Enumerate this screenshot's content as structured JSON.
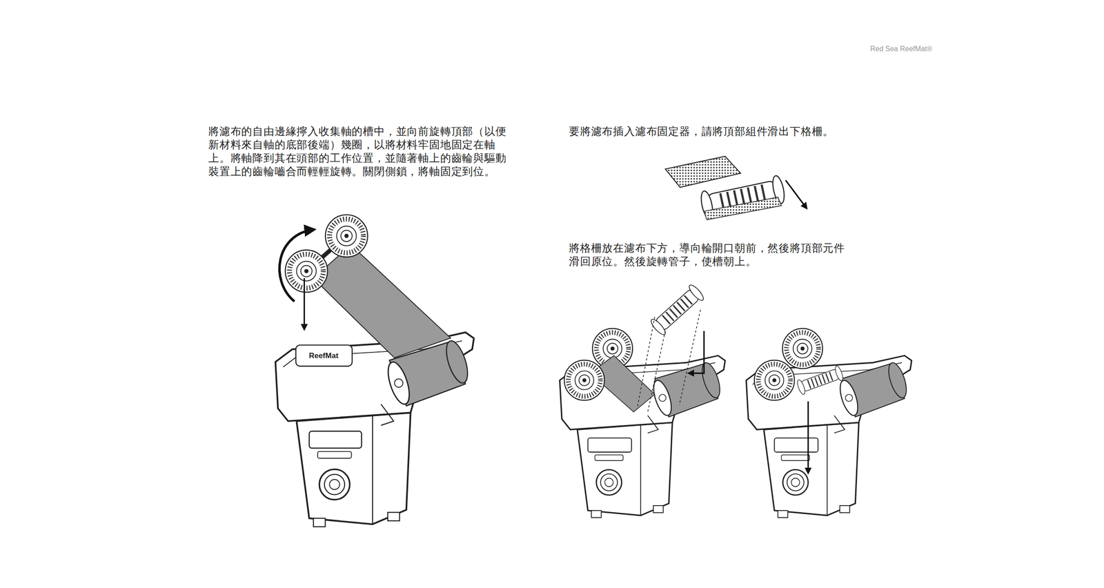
{
  "diagram": {
    "labels": [
      "Red Sea ReefMat®",
      "將濾布的自由邊緣擰入收集軸的槽中，並向前旋轉頂部（以便新材料來自軸的底部後端）幾圈，以將材料牢固地固定在軸上。將軸降到其在頭部的工作位置，並隨著軸上的齒輪與驅動裝置上的齒輪嚙合而輕輕旋轉。關閉側鎖，將軸固定到位。",
      "要將濾布插入濾布固定器，請將頂部組件滑出下格柵。",
      "將格柵放在濾布下方，導向輪開口朝前，然後將頂部元件滑回原位。然後旋轉管子，使槽朝上。",
      "ReefMat"
    ]
  }
}
